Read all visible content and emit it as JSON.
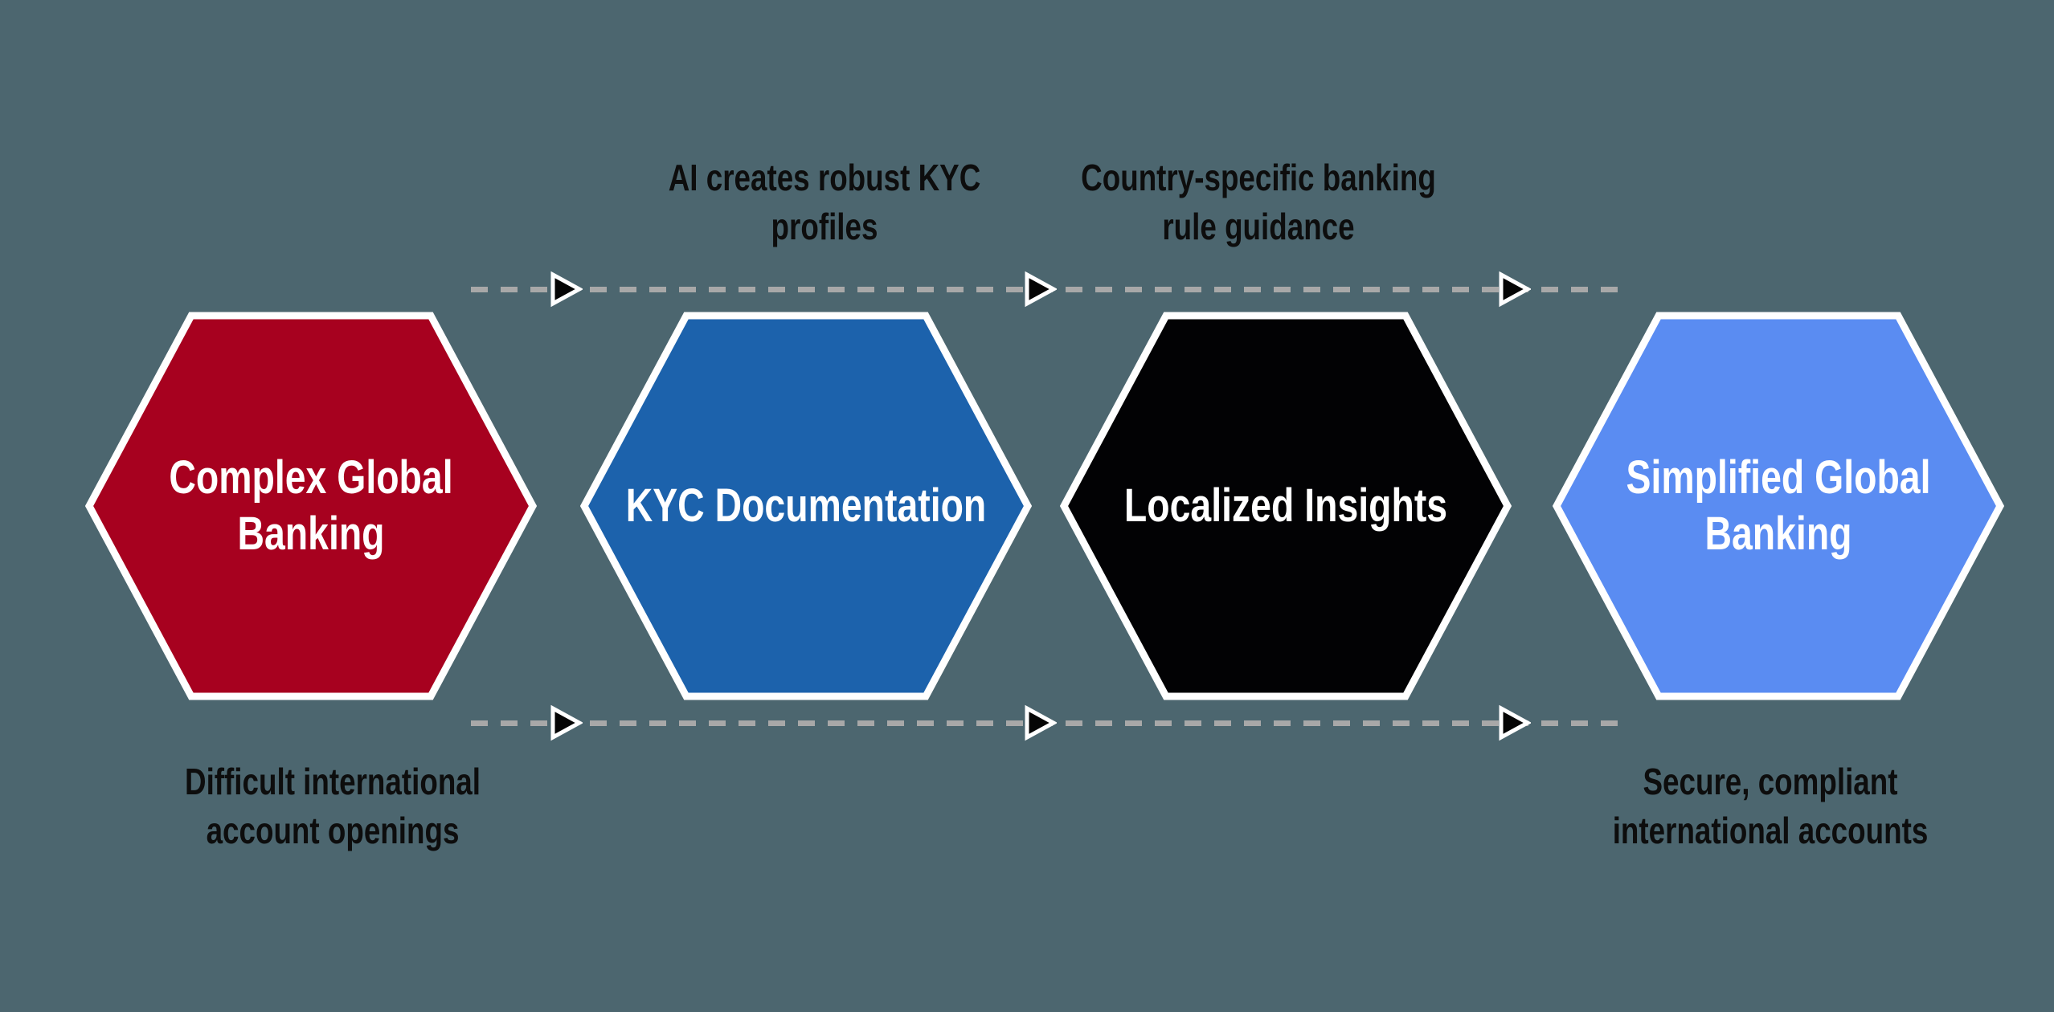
{
  "colors": {
    "background": "#4c666f",
    "dash": "#a8a8a8",
    "arrow-fill": "#050505",
    "arrow-stroke": "#ffffff",
    "node-border": "#ffffff",
    "annotation-text": "#0d0d0d",
    "node-text": "#ffffff"
  },
  "nodes": [
    {
      "label": "Complex Global Banking",
      "lines": [
        "Complex Global",
        "Banking"
      ],
      "fill": "#a7011f"
    },
    {
      "label": "KYC Documentation",
      "lines": [
        "KYC Documentation"
      ],
      "fill": "#1c62ac"
    },
    {
      "label": "Localized Insights",
      "lines": [
        "Localized Insights"
      ],
      "fill": "#020204"
    },
    {
      "label": "Simplified Global Banking",
      "lines": [
        "Simplified Global",
        "Banking"
      ],
      "fill": "#5a8cf2"
    }
  ],
  "annotations": {
    "top": [
      {
        "label": "AI creates robust KYC profiles",
        "lines": [
          "AI creates robust KYC",
          "profiles"
        ]
      },
      {
        "label": "Country-specific banking rule guidance",
        "lines": [
          "Country-specific banking",
          "rule guidance"
        ]
      }
    ],
    "bottom": [
      {
        "label": "Difficult international account openings",
        "lines": [
          "Difficult international",
          "account openings"
        ]
      },
      {
        "label": "Secure, compliant international accounts",
        "lines": [
          "Secure, compliant",
          "international accounts"
        ]
      }
    ]
  }
}
